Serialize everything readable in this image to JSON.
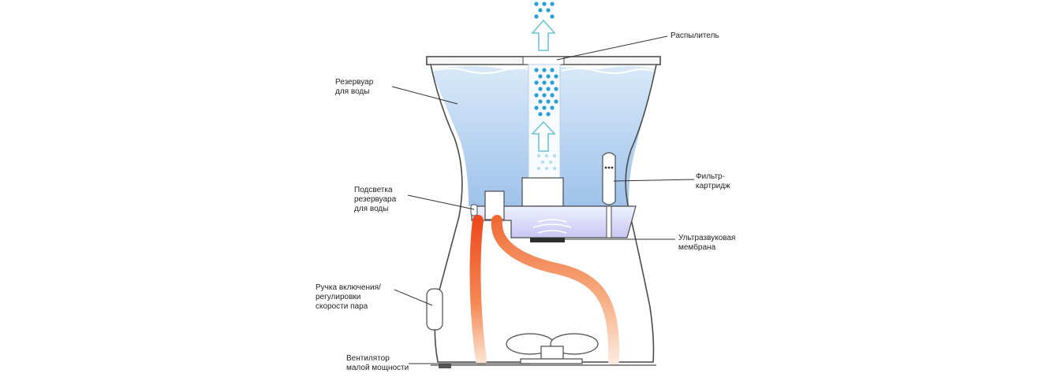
{
  "colors": {
    "water_top": "#cfe3f6",
    "water_bottom": "#a8c8ec",
    "water_line": "#8fb6df",
    "body_stroke": "#555555",
    "mist_dot": "#2a9fd6",
    "arrow": "#6ac3d8",
    "heat_hot": "#ef5a28",
    "heat_warm": "#f6b48a",
    "leader_line": "#333333"
  },
  "labels": {
    "atomizer": {
      "lines": [
        "Распылитель"
      ]
    },
    "reservoir": {
      "lines": [
        "Резервуар",
        "для воды"
      ]
    },
    "filter": {
      "lines": [
        "Фильтр-",
        "картридж"
      ]
    },
    "backlight": {
      "lines": [
        "Подсветка",
        "резервуара",
        "для воды"
      ]
    },
    "membrane": {
      "lines": [
        "Ультразвуковая",
        "мембрана"
      ]
    },
    "knob": {
      "lines": [
        "Ручка включения/",
        "регулировки",
        "скорости пара"
      ]
    },
    "fan": {
      "lines": [
        "Вентилятор",
        "малой мощности"
      ]
    }
  }
}
